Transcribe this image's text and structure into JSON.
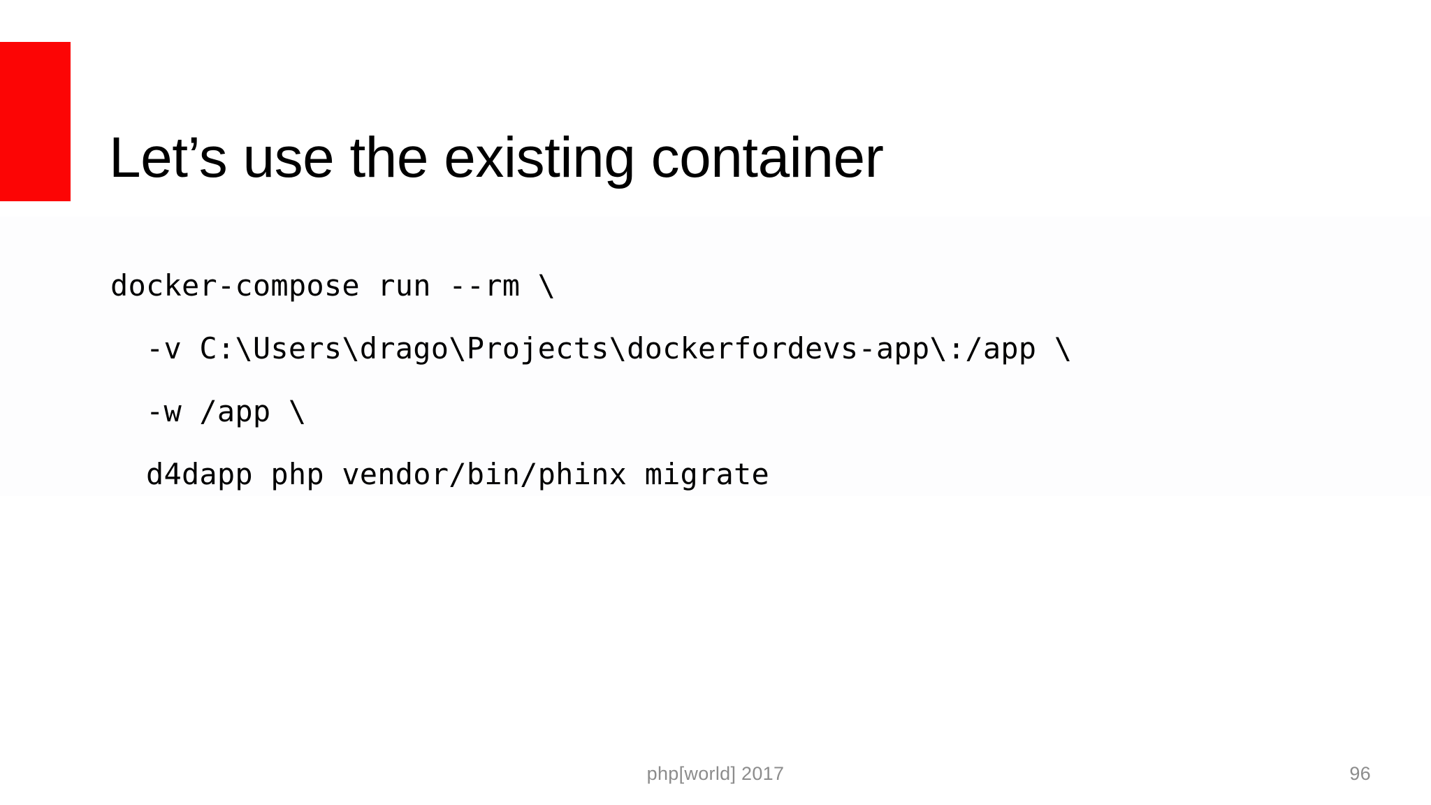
{
  "slide": {
    "title": "Let’s use the existing container",
    "accent_color": "#fc0505",
    "background_color": "#ffffff",
    "text_color": "#000000",
    "footer_color": "#8c8c8c"
  },
  "code": {
    "language": "shell",
    "lines": [
      "docker-compose run --rm \\",
      "  -v C:\\Users\\drago\\Projects\\dockerfordevs-app\\:/app \\",
      "  -w /app \\",
      "  d4dapp php vendor/bin/phinx migrate"
    ]
  },
  "footer": {
    "conference": "php[world] 2017",
    "page_number": "96"
  }
}
